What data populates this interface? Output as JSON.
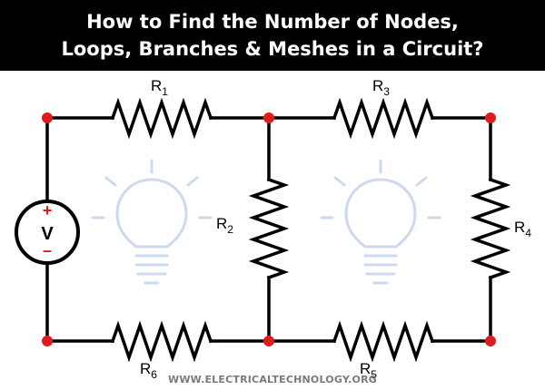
{
  "title": {
    "line1": "How to Find the Number of Nodes,",
    "line2": "Loops, Branches & Meshes in a Circuit?"
  },
  "labels": {
    "r1": {
      "main": "R",
      "sub": "1"
    },
    "r2": {
      "main": "R",
      "sub": "2"
    },
    "r3": {
      "main": "R",
      "sub": "3"
    },
    "r4": {
      "main": "R",
      "sub": "4"
    },
    "r5": {
      "main": "R",
      "sub": "5"
    },
    "r6": {
      "main": "R",
      "sub": "6"
    }
  },
  "source": {
    "symbol": "V",
    "plus": "+",
    "minus": "–"
  },
  "watermark": "WWW.ELECTRICALTECHNOLOGY.ORG",
  "colors": {
    "wire": "#000000",
    "node": "#e01b1b",
    "bulb": "#cdd9ec",
    "banner": "#000000",
    "watermark": "#7a7a7a"
  },
  "icons": [
    "lightbulb-icon",
    "lightbulb-icon"
  ]
}
